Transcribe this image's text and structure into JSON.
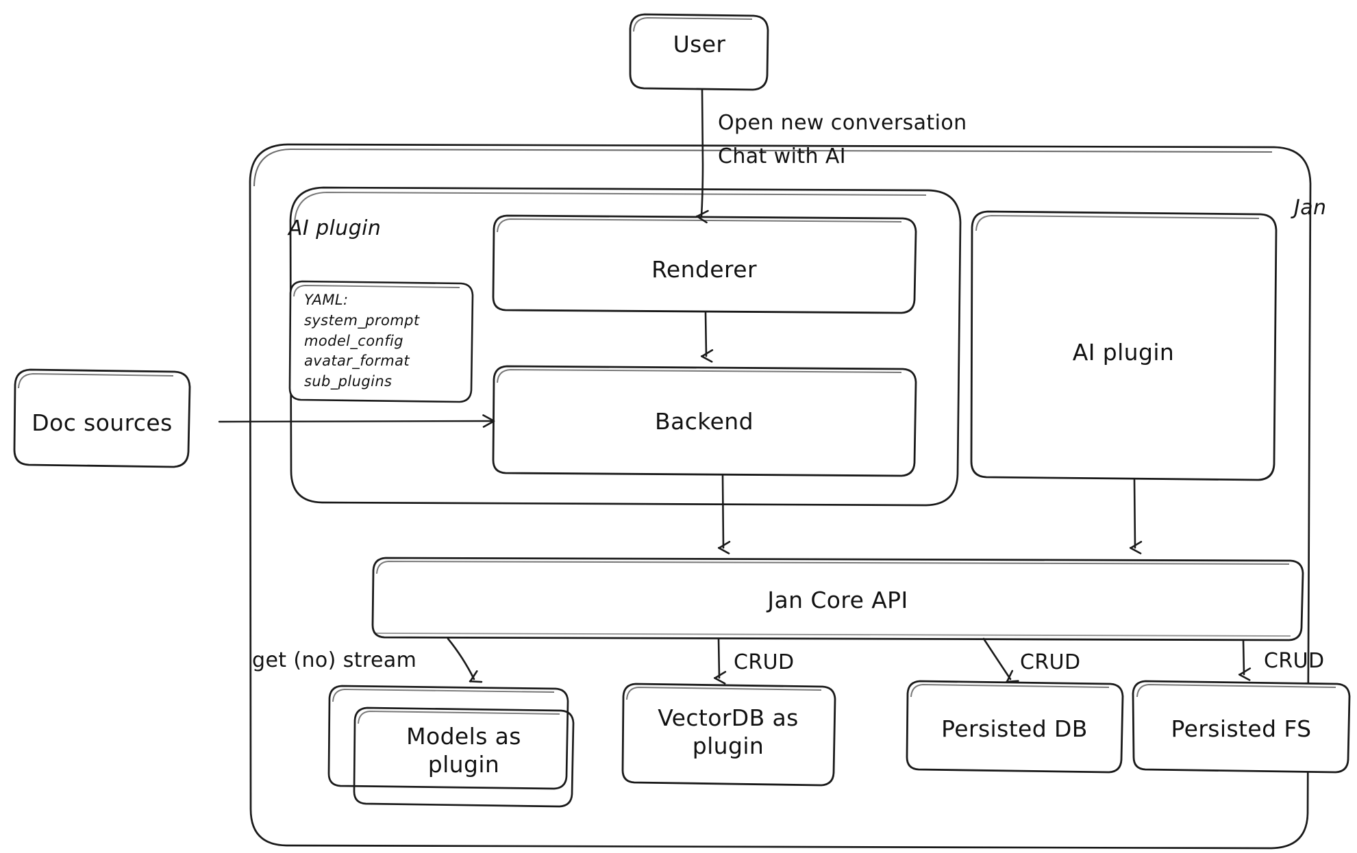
{
  "diagram": {
    "title": "Jan architecture diagram",
    "style": "hand-drawn-sketch",
    "stroke_color": "#1a1a1a",
    "fill_color": "#ffffff",
    "background_color": "#ffffff"
  },
  "containers": {
    "jan": {
      "label": "Jan",
      "label_position": "top-right"
    },
    "ai_plugin_group": {
      "label": "AI plugin",
      "label_position": "top-left"
    }
  },
  "nodes": {
    "user": {
      "label": "User"
    },
    "renderer": {
      "label": "Renderer"
    },
    "backend": {
      "label": "Backend"
    },
    "ai_plugin_right": {
      "label": "AI plugin"
    },
    "doc_sources": {
      "label": "Doc sources"
    },
    "jan_core_api": {
      "label": "Jan Core API"
    },
    "models_plugin": {
      "line1": "Models as",
      "line2": "plugin"
    },
    "vectordb_plugin": {
      "line1": "VectorDB as",
      "line2": "plugin"
    },
    "persisted_db": {
      "label": "Persisted DB"
    },
    "persisted_fs": {
      "label": "Persisted FS"
    }
  },
  "yaml_box": {
    "header": "YAML:",
    "keys": [
      "system_prompt",
      "model_config",
      "avatar_format",
      "sub_plugins"
    ]
  },
  "edge_labels": {
    "user_to_renderer_line1": "Open new conversation",
    "user_to_renderer_line2": "Chat with AI",
    "core_to_models": "get (no) stream",
    "core_to_vectordb": "CRUD",
    "core_to_persisted_db": "CRUD",
    "core_to_persisted_fs": "CRUD"
  }
}
